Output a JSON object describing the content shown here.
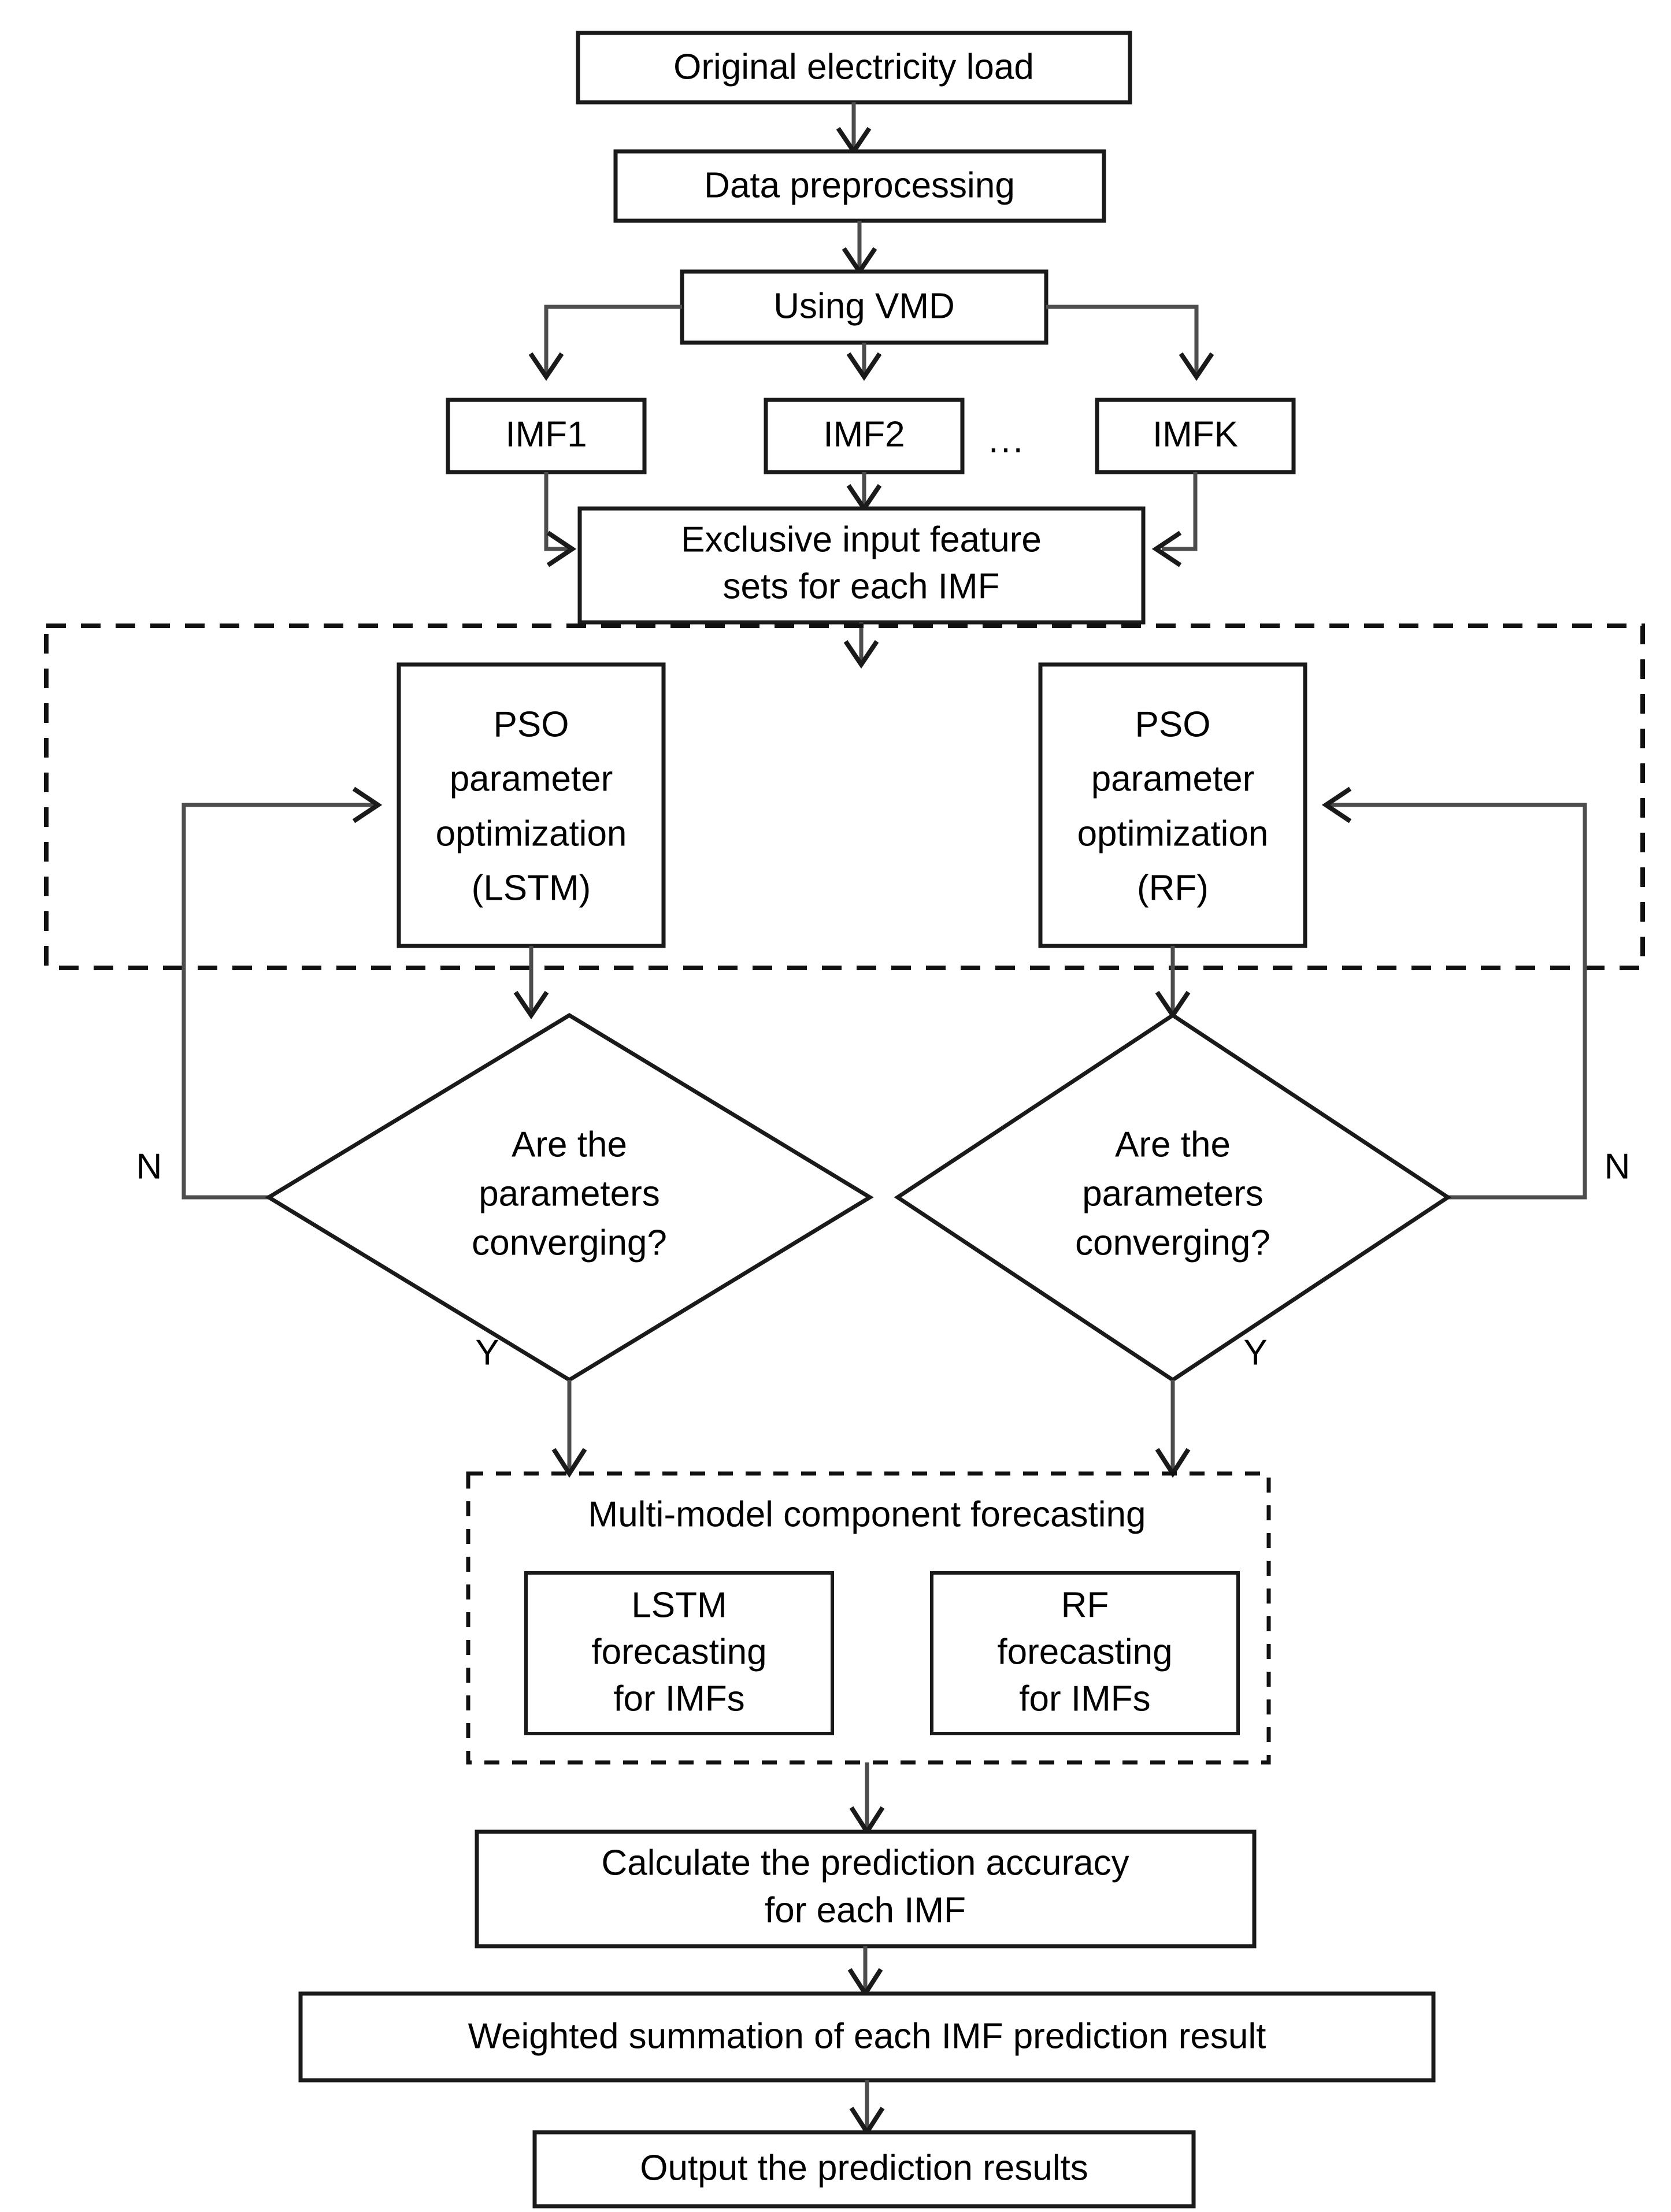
{
  "diagram": {
    "title_node": "Original electricity load",
    "nodes": {
      "original_load": "Original electricity load",
      "data_preprocessing": "Data preprocessing",
      "using_vmd": "Using VMD",
      "imf1": "IMF1",
      "imf2": "IMF2",
      "imf_ellipsis": "...",
      "imfk": "IMFK",
      "exclusive_input_line1": "Exclusive input feature",
      "exclusive_input_line2": "sets for each IMF",
      "pso_lstm_line1": "PSO",
      "pso_lstm_line2": "parameter",
      "pso_lstm_line3": "optimization",
      "pso_lstm_line4": "(LSTM)",
      "pso_rf_line1": "PSO",
      "pso_rf_line2": "parameter",
      "pso_rf_line3": "optimization",
      "pso_rf_line4": "(RF)",
      "decision_left_line1": "Are the",
      "decision_left_line2": "parameters",
      "decision_left_line3": "converging?",
      "decision_right_line1": "Are the",
      "decision_right_line2": "parameters",
      "decision_right_line3": "converging?",
      "multimodel_title": "Multi-model component forecasting",
      "lstm_forecast_line1": "LSTM",
      "lstm_forecast_line2": "forecasting",
      "lstm_forecast_line3": "for IMFs",
      "rf_forecast_line1": "RF",
      "rf_forecast_line2": "forecasting",
      "rf_forecast_line3": "for IMFs",
      "calculate_line1": "Calculate the prediction accuracy",
      "calculate_line2": "for each IMF",
      "weighted_summation": "Weighted summation of each IMF prediction result",
      "output_results": "Output the prediction results"
    },
    "branch_labels": {
      "left_no": "N",
      "left_yes": "Y",
      "right_no": "N",
      "right_yes": "Y"
    },
    "colors": {
      "background": "#ffffff",
      "box_stroke": "#1a1a1a",
      "connector": "#4d4d4d",
      "dashed_group": "#111111",
      "text": "#000000"
    }
  }
}
